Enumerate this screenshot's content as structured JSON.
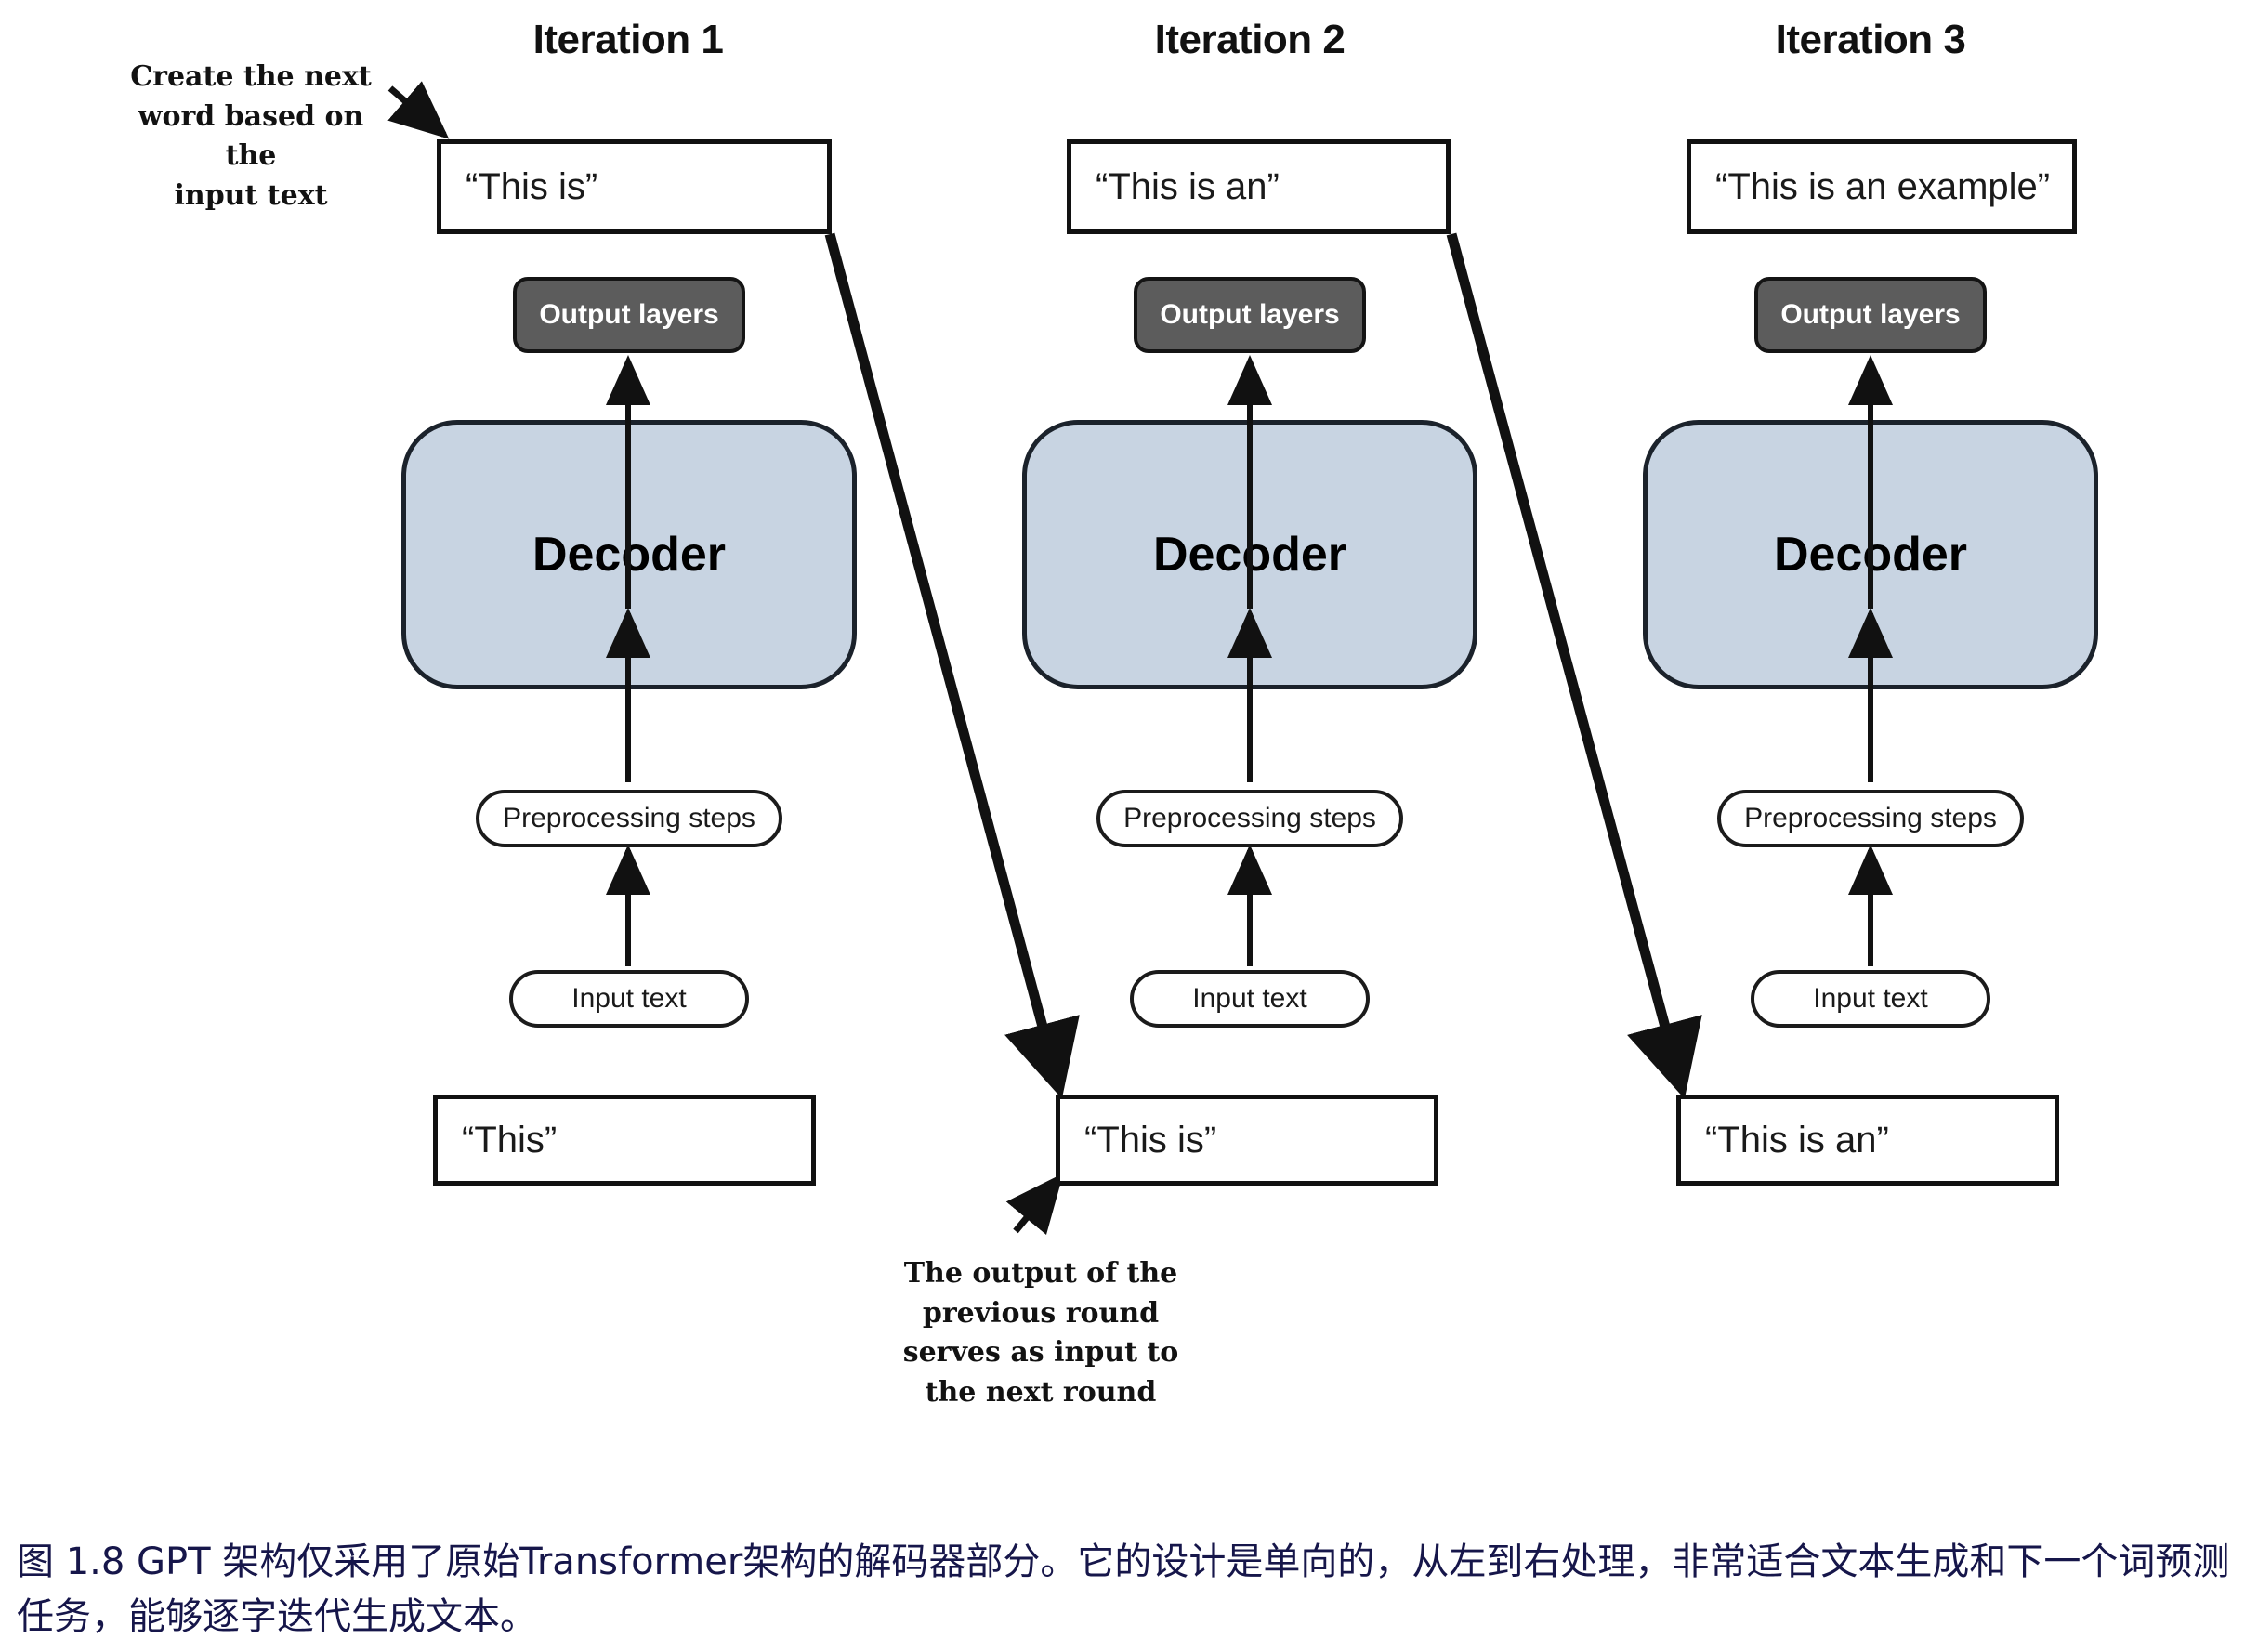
{
  "figure": {
    "caption": "图 1.8  GPT 架构仅采用了原始Transformer架构的解码器部分。它的设计是单向的，从左到右处理，非常适合文本生成和下一个词预测任务，能够逐字迭代生成文本。",
    "caption_color": "#16164a",
    "background": "#ffffff"
  },
  "colors": {
    "decoder_fill": "#c8d4e2",
    "decoder_border": "#1b222b",
    "output_layers_fill": "#5c5c5c",
    "output_layers_text": "#ffffff",
    "box_border": "#111111",
    "arrow": "#111111"
  },
  "annotations": {
    "top_left": "Create the next word based on the input text",
    "top_left_lines": [
      "Create the next",
      "word based on the",
      "input text"
    ],
    "bottom_middle": "The output of the previous round serves as input to the next round",
    "bottom_middle_lines": [
      "The output of the",
      "previous round",
      "serves as input to",
      "the next round"
    ]
  },
  "shared_labels": {
    "output_layers": "Output layers",
    "decoder": "Decoder",
    "preprocessing": "Preprocessing steps",
    "input_text": "Input text"
  },
  "columns": [
    {
      "header": "Iteration 1",
      "output_string": "“This is”",
      "input_string": "“This”",
      "output_layers": "Output layers",
      "decoder": "Decoder",
      "preprocessing": "Preprocessing steps",
      "input_text": "Input text"
    },
    {
      "header": "Iteration 2",
      "output_string": "“This is an”",
      "input_string": "“This is”",
      "output_layers": "Output layers",
      "decoder": "Decoder",
      "preprocessing": "Preprocessing steps",
      "input_text": "Input text"
    },
    {
      "header": "Iteration 3",
      "output_string": "“This is an example”",
      "input_string": "“This is an”",
      "output_layers": "Output layers",
      "decoder": "Decoder",
      "preprocessing": "Preprocessing steps",
      "input_text": "Input text"
    }
  ],
  "flow": {
    "within_column": [
      "Input text",
      "Preprocessing steps",
      "Decoder",
      "Output layers",
      "output string"
    ],
    "between_columns": [
      "Iteration 1 output feeds Iteration 2 input",
      "Iteration 2 output feeds Iteration 3 input"
    ]
  }
}
